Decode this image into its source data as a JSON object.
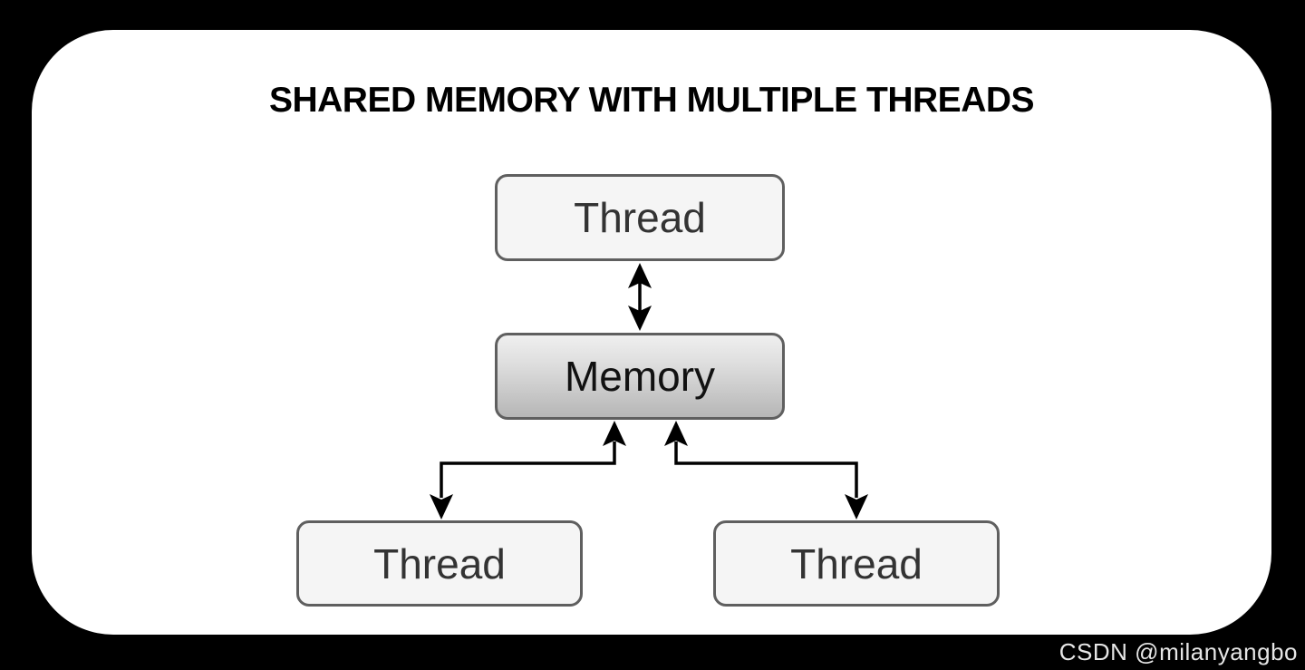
{
  "title": "SHARED MEMORY WITH MULTIPLE THREADS",
  "nodes": {
    "thread_top": {
      "label": "Thread"
    },
    "memory": {
      "label": "Memory"
    },
    "thread_bottom_left": {
      "label": "Thread"
    },
    "thread_bottom_right": {
      "label": "Thread"
    }
  },
  "connectors": [
    {
      "from": "thread_top",
      "to": "memory",
      "style": "vertical-double-headed-arrow"
    },
    {
      "from": "memory",
      "to": "thread_bottom_left",
      "style": "elbow-double-headed-arrow"
    },
    {
      "from": "memory",
      "to": "thread_bottom_right",
      "style": "elbow-double-headed-arrow"
    }
  ],
  "watermark": {
    "text": "CSDN @milanyangbo"
  },
  "colors": {
    "page_background": "#000000",
    "card_background": "#ffffff",
    "node_fill": "#f5f5f5",
    "node_border": "#5f5f5f",
    "memory_gradient_top": "#efefef",
    "memory_gradient_bottom": "#b6b6b6",
    "node_text": "#333333",
    "memory_text": "#111111",
    "title_text": "#000000",
    "arrow": "#000000",
    "watermark_text": "#e6e6e6"
  }
}
